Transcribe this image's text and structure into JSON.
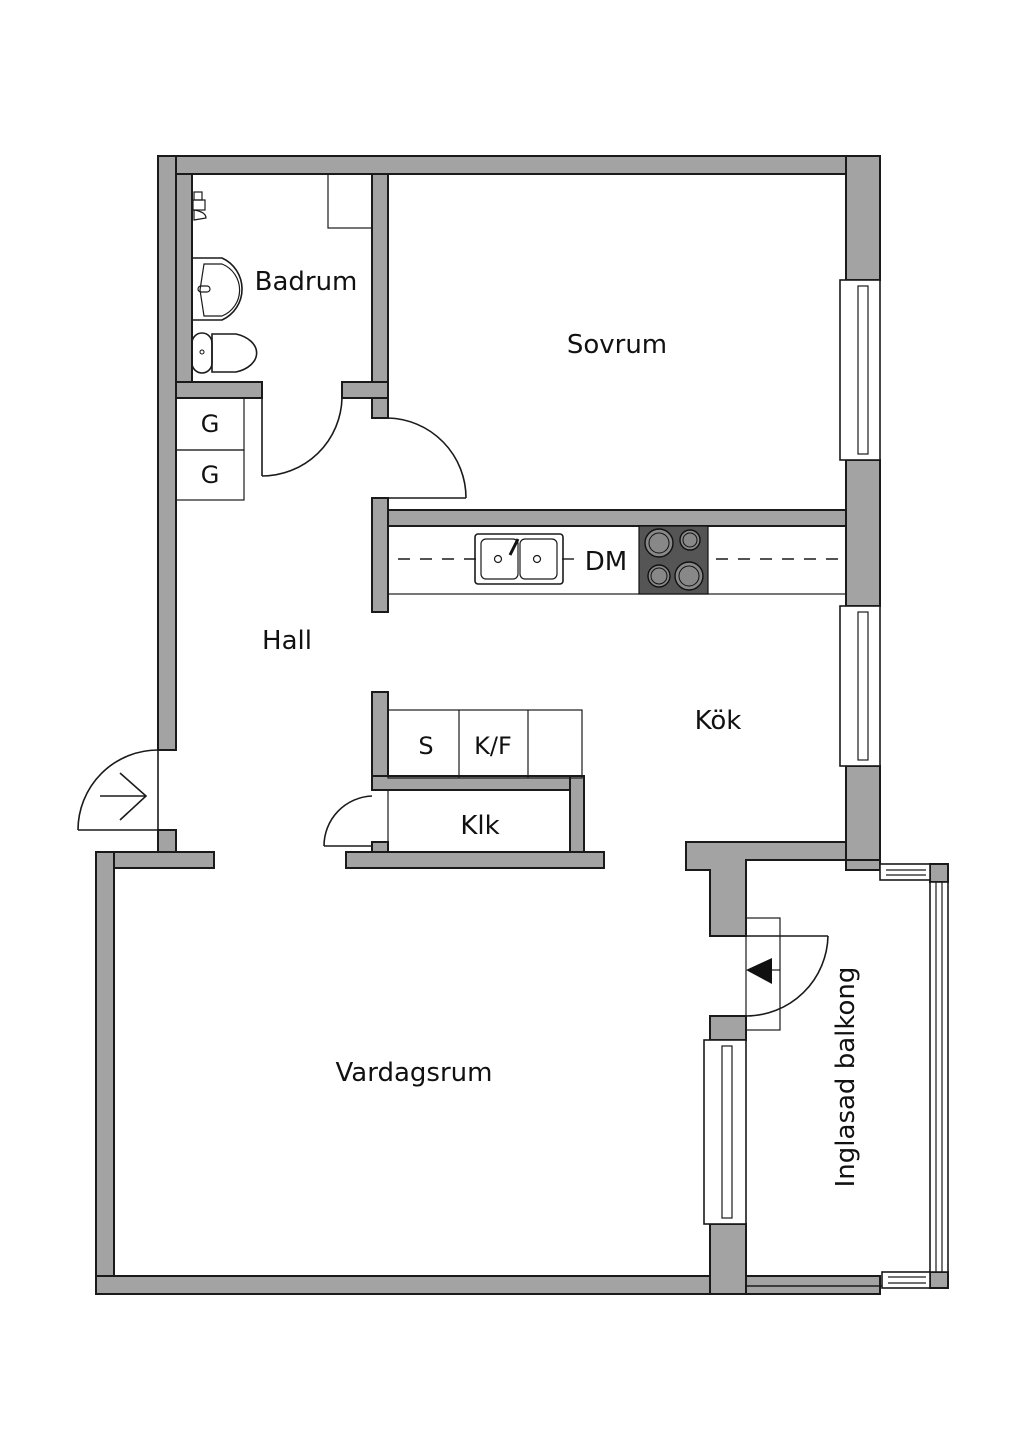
{
  "plan": {
    "rooms": {
      "badrum": "Badrum",
      "sovrum": "Sovrum",
      "hall": "Hall",
      "kok": "Kök",
      "vardagsrum": "Vardagsrum",
      "balkong": "Inglasad balkong",
      "klk": "Klk"
    },
    "fixtures": {
      "garderob_1": "G",
      "garderob_2": "G",
      "diskmaskin": "DM",
      "skafferi": "S",
      "kyl_frys": "K/F"
    },
    "colors": {
      "wall": "#a3a3a3",
      "outline": "#1a1a1a",
      "stove": "#555555"
    }
  }
}
